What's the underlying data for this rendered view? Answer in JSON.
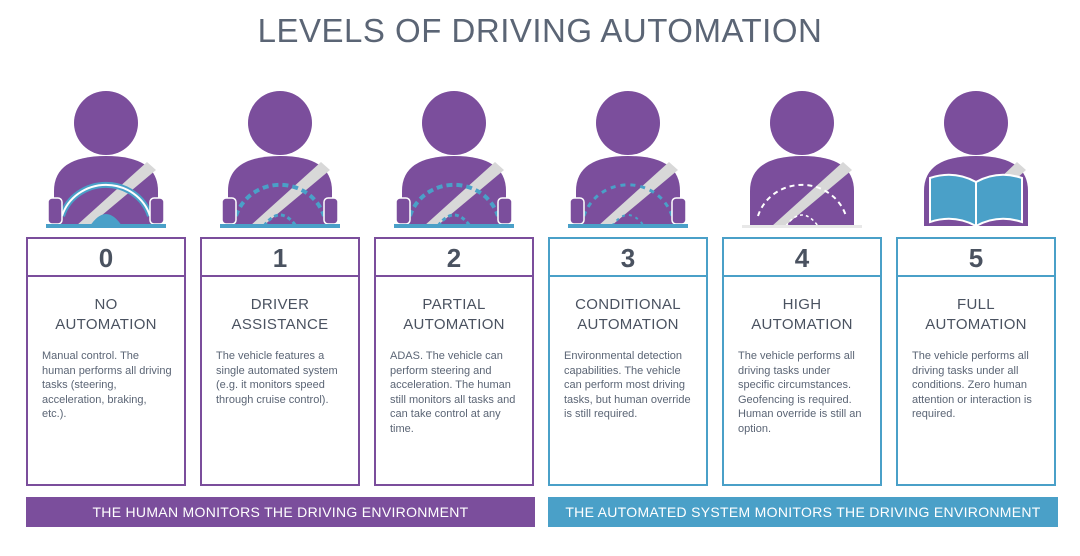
{
  "title": "LEVELS OF DRIVING AUTOMATION",
  "levels": [
    {
      "number": "0",
      "heading_line1": "NO",
      "heading_line2": "AUTOMATION",
      "description": "Manual control. The human performs all driving tasks (steering, acceleration, braking, etc.).",
      "group": "human",
      "figure": "steering-wheel-hands-icon"
    },
    {
      "number": "1",
      "heading_line1": "DRIVER",
      "heading_line2": "ASSISTANCE",
      "description": "The vehicle features a single automated system (e.g. it monitors speed through cruise control).",
      "group": "human",
      "figure": "dashed-wheel-hands-icon"
    },
    {
      "number": "2",
      "heading_line1": "PARTIAL",
      "heading_line2": "AUTOMATION",
      "description": "ADAS. The vehicle can perform steering and acceleration. The human still monitors all tasks and can take control at any time.",
      "group": "human",
      "figure": "dashed-wheel-hands-icon"
    },
    {
      "number": "3",
      "heading_line1": "CONDITIONAL",
      "heading_line2": "AUTOMATION",
      "description": "Environmental detection capabilities. The vehicle can perform most driving tasks, but human override is still required.",
      "group": "system",
      "figure": "dashed-wheel-hands-icon"
    },
    {
      "number": "4",
      "heading_line1": "HIGH",
      "heading_line2": "AUTOMATION",
      "description": "The vehicle performs all driving tasks under specific circumstances. Geofencing is required. Human override is still an option.",
      "group": "system",
      "figure": "faint-wheel-icon"
    },
    {
      "number": "5",
      "heading_line1": "FULL",
      "heading_line2": "AUTOMATION",
      "description": "The vehicle performs all driving tasks under all conditions. Zero human attention or interaction is required.",
      "group": "system",
      "figure": "reading-book-icon"
    }
  ],
  "banners": {
    "human": "THE HUMAN MONITORS THE DRIVING ENVIRONMENT",
    "system": "THE AUTOMATED SYSTEM MONITORS THE DRIVING ENVIRONMENT"
  },
  "colors": {
    "purple": "#7b4e9c",
    "blue": "#4aa0c8",
    "text": "#4a5260"
  }
}
